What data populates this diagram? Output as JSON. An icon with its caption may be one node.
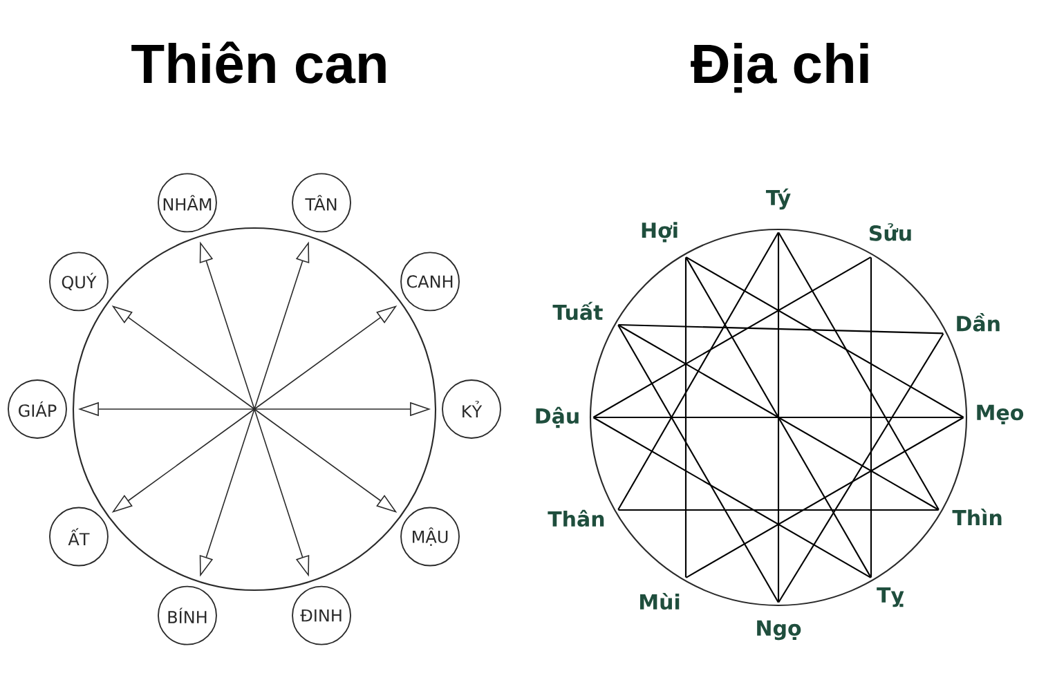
{
  "diagram": {
    "nodes": [
      {
        "text": [
          "NHÂM"
        ]
      },
      {
        "text": [
          "TÂN"
        ]
      },
      {
        "text": [
          "QUÝ"
        ]
      },
      {
        "text": [
          "CANH"
        ]
      },
      {
        "text": [
          "GIÁP"
        ]
      },
      {
        "text": [
          "KỶ"
        ]
      },
      {
        "text": [
          "ẤT"
        ]
      },
      {
        "text": [
          "MẬU"
        ]
      },
      {
        "text": [
          "BÍNH"
        ]
      },
      {
        "text": [
          "ĐINH"
        ]
      },
      {
        "text": [
          "Tý"
        ]
      },
      {
        "text": [
          "Hợi"
        ]
      },
      {
        "text": [
          "Sửu"
        ]
      },
      {
        "text": [
          "Tuất"
        ]
      },
      {
        "text": [
          "Dần"
        ]
      },
      {
        "text": [
          "Dậu"
        ]
      },
      {
        "text": [
          "Mẹo"
        ]
      },
      {
        "text": [
          "Thân"
        ]
      },
      {
        "text": [
          "Thìn"
        ]
      },
      {
        "text": [
          "Mùi"
        ]
      },
      {
        "text": [
          "Tỵ"
        ]
      },
      {
        "text": [
          "Ngọ"
        ]
      }
    ],
    "edges": [
      {
        "from": null,
        "to": 0,
        "arrow": "to"
      },
      {
        "from": null,
        "to": 1,
        "arrow": "to"
      },
      {
        "from": null,
        "to": 2,
        "arrow": "to"
      },
      {
        "from": null,
        "to": 3,
        "arrow": "to"
      },
      {
        "from": null,
        "to": 4,
        "arrow": "to"
      },
      {
        "from": null,
        "to": 5,
        "arrow": "to"
      },
      {
        "from": null,
        "to": 6,
        "arrow": "to"
      },
      {
        "from": null,
        "to": 7,
        "arrow": "to"
      },
      {
        "from": null,
        "to": 8,
        "arrow": "to"
      },
      {
        "from": null,
        "to": 9,
        "arrow": "to"
      },
      {
        "from": 10,
        "to": 17,
        "arrow": "none"
      },
      {
        "from": 10,
        "to": 18,
        "arrow": "none"
      },
      {
        "from": 17,
        "to": 18,
        "arrow": "none"
      },
      {
        "from": 11,
        "to": 16,
        "arrow": "none"
      },
      {
        "from": 16,
        "to": 19,
        "arrow": "none"
      },
      {
        "from": 11,
        "to": 19,
        "arrow": "none"
      },
      {
        "from": 13,
        "to": 14,
        "arrow": "none"
      },
      {
        "from": 14,
        "to": 21,
        "arrow": "none"
      },
      {
        "from": 13,
        "to": 21,
        "arrow": "none"
      },
      {
        "from": 12,
        "to": 15,
        "arrow": "none"
      },
      {
        "from": 15,
        "to": 20,
        "arrow": "none"
      },
      {
        "from": 12,
        "to": 20,
        "arrow": "none"
      },
      {
        "from": 10,
        "to": 21,
        "arrow": "none"
      },
      {
        "from": 15,
        "to": 16,
        "arrow": "none"
      },
      {
        "from": 11,
        "to": 20,
        "arrow": "none"
      },
      {
        "from": 13,
        "to": 18,
        "arrow": "none"
      }
    ],
    "labels": [
      "Thiên can",
      "Địa chi"
    ]
  }
}
